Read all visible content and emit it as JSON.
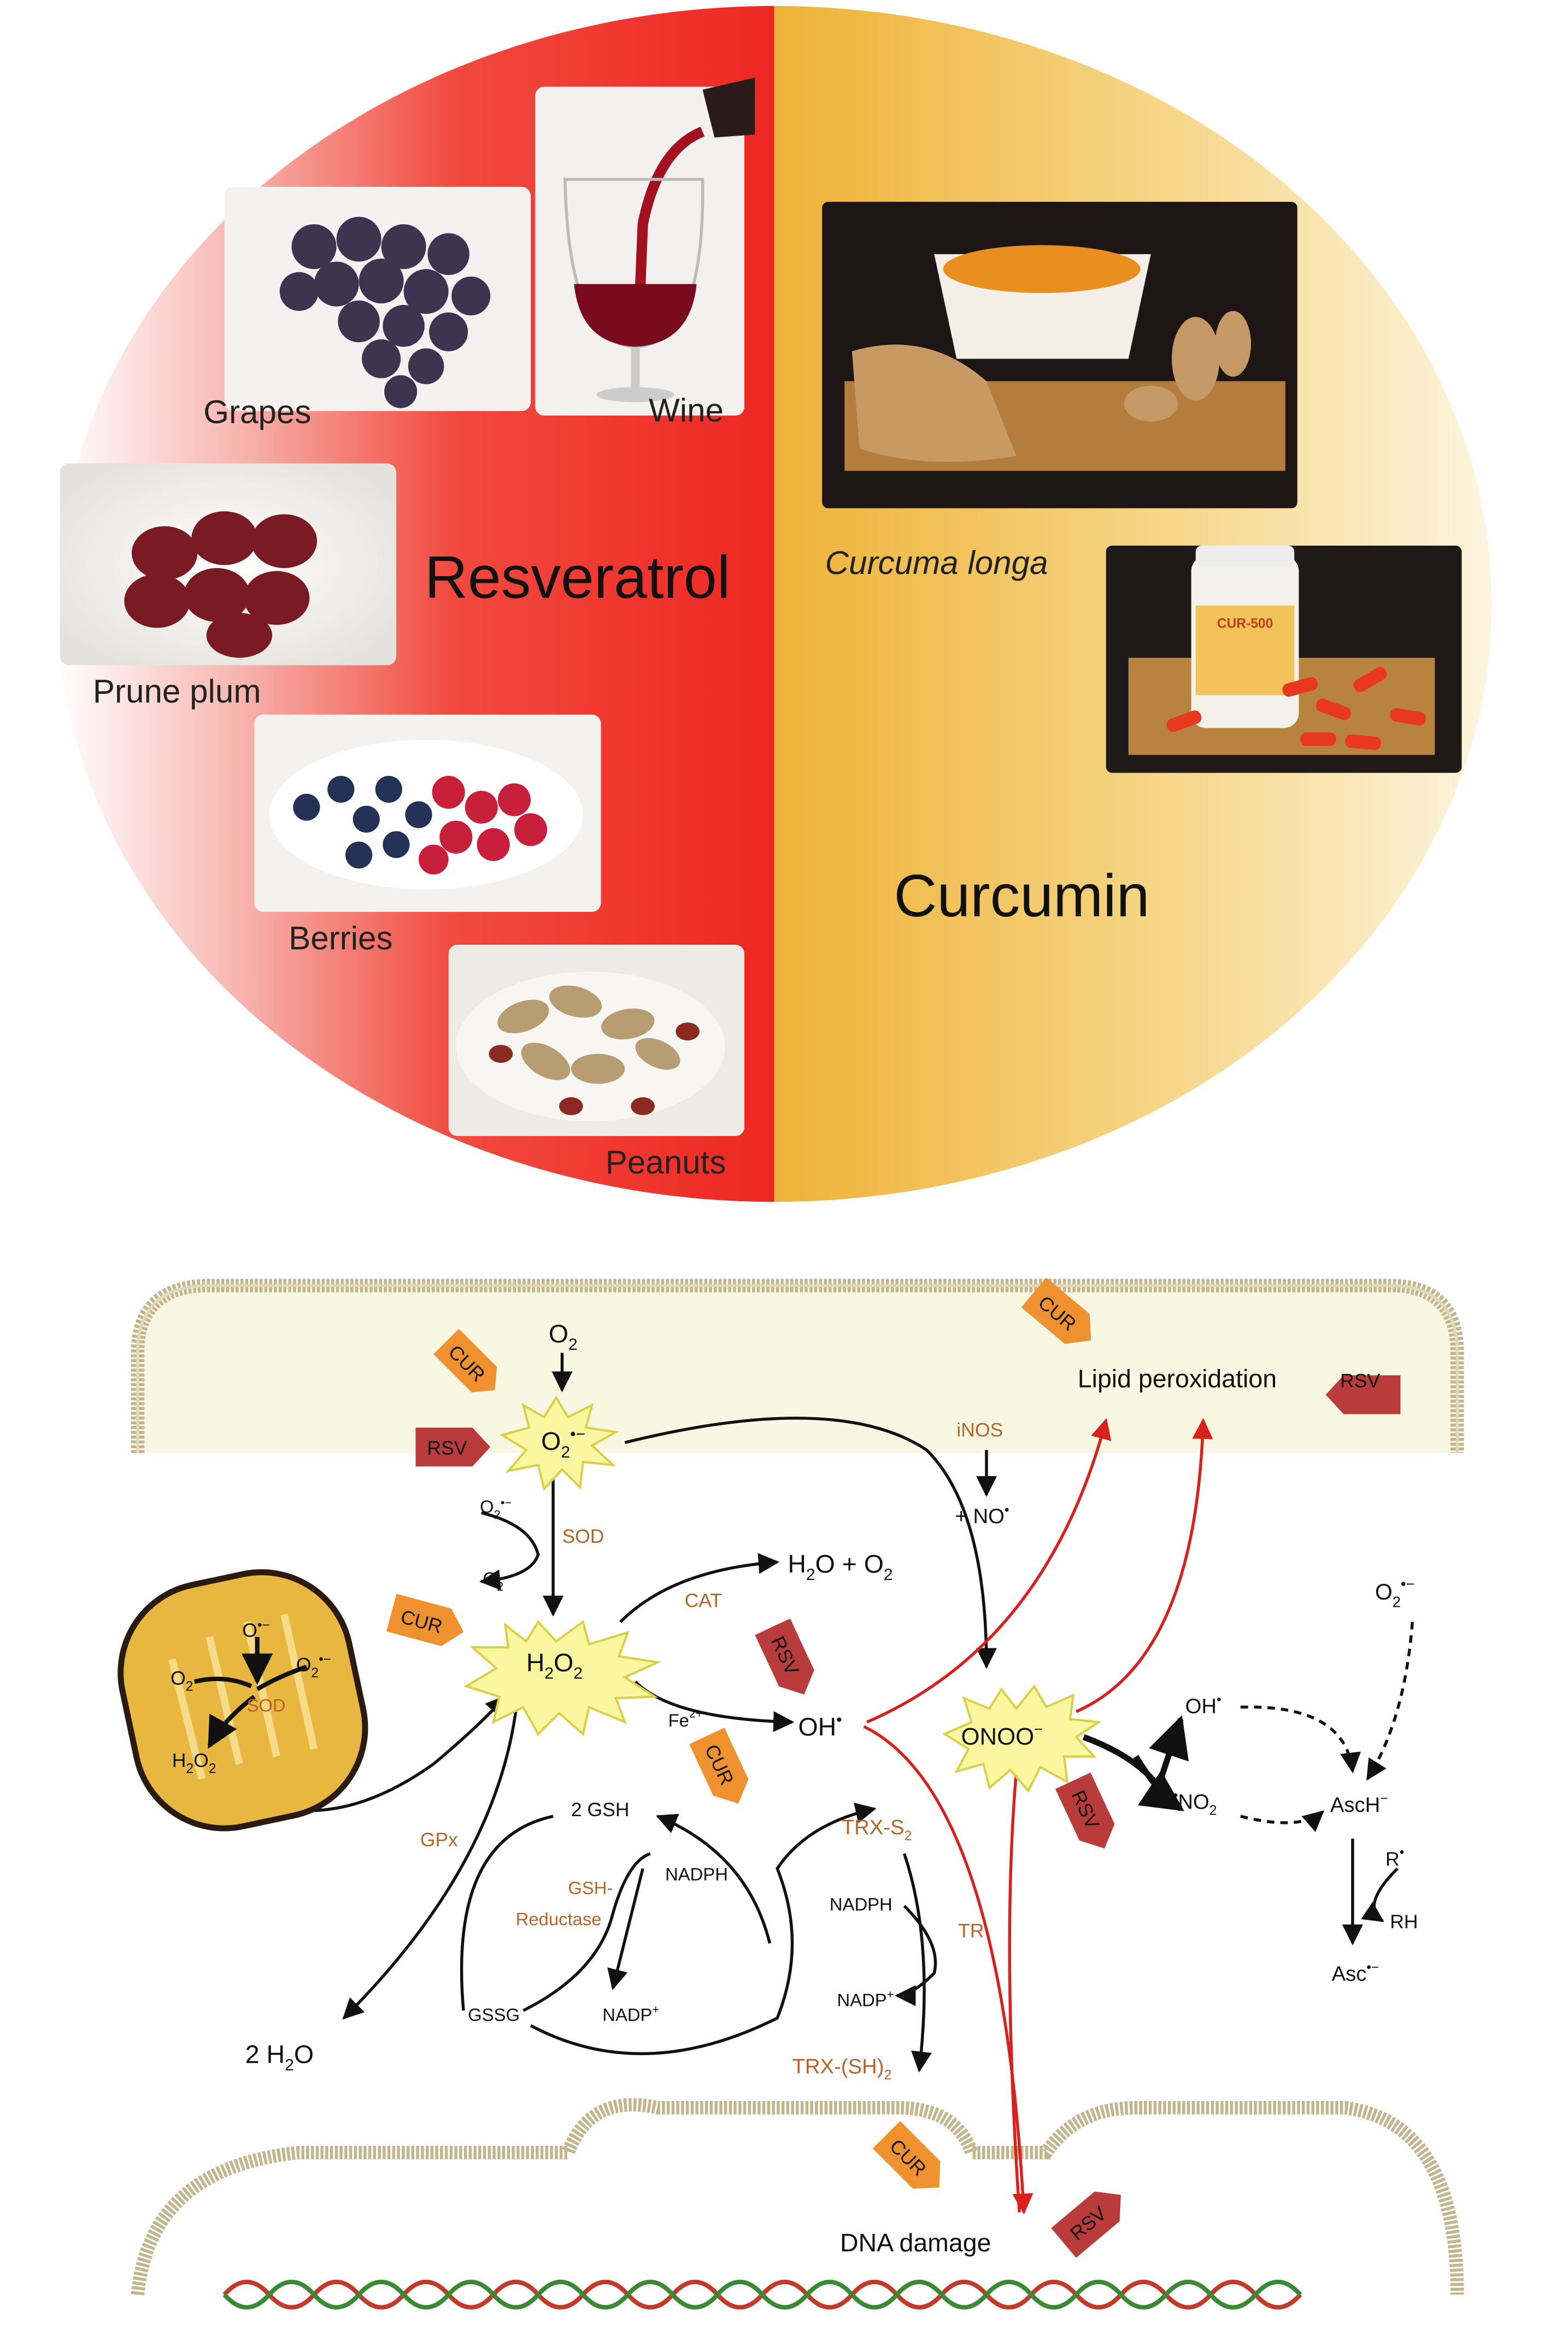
{
  "colors": {
    "resveratrol_red": "#ee2722",
    "curcumin_gold": "#eeb237",
    "cur_tag": "#f0912f",
    "rsv_tag": "#b93b3b",
    "enzyme_text": "#b5652a",
    "red_arrow": "#d8211c",
    "cell_fill": "#f8f7e2",
    "cell_border": "#c3b48b",
    "burst_fill": "#fbf7a0",
    "mito_fill": "#e8b73f"
  },
  "top_panel": {
    "resveratrol": {
      "title": "Resveratrol",
      "sources": [
        "Grapes",
        "Wine",
        "Prune plum",
        "Berries",
        "Peanuts"
      ]
    },
    "curcumin": {
      "title": "Curcumin",
      "source_label": "Curcuma longa",
      "bottle_label": "CUR-500"
    }
  },
  "bottom_panel": {
    "tags": {
      "cur": "CUR",
      "rsv": "RSV"
    },
    "species": {
      "o2": "O",
      "o2_sub": "2",
      "superoxide": "O",
      "superoxide_sub": "2",
      "superoxide_sup": "•−",
      "h2o2_a": "H",
      "h2o2_sub1": "2",
      "h2o2_b": "O",
      "h2o2_sub2": "2",
      "oh_radical": "OH",
      "oh_sup": "•",
      "peroxynitrite": "ONOO",
      "peroxynitrite_sup": "−",
      "no_radical": "+ NO",
      "no_sup": "•",
      "fe": "Fe",
      "fe_sup": "2+",
      "water_pair": "H",
      "water_pair_mid": "O + O",
      "two_water": "2 H",
      "two_water_tail": "O",
      "oh_product": "OH",
      "no2_pre": "•",
      "no2": "NO",
      "no2_sub": "2",
      "o2_ext": "O",
      "o2_ext_sup": "•−",
      "asc_h": "AscH",
      "asc_h_sup": "−",
      "asc_rad": "Asc",
      "asc_rad_sup": "•−",
      "r_rad": "R",
      "r_sup": "•",
      "rh": "RH",
      "small_o2": "O",
      "small_o2_sup": "•−"
    },
    "enzymes": {
      "sod": "SOD",
      "cat": "CAT",
      "inos": "iNOS",
      "gpx": "GPx",
      "gsh_reductase_1": "GSH-",
      "gsh_reductase_2": "Reductase",
      "tr": "TR"
    },
    "glutathione": {
      "gsh": "2 GSH",
      "gssg": "GSSG",
      "nadph": "NADPH",
      "nadp": "NADP",
      "nadp_sup": "+"
    },
    "thioredoxin": {
      "trx_s2": "TRX-S",
      "trx_s2_sub": "2",
      "trx_sh2": "TRX-(SH)",
      "trx_sh2_sub": "2",
      "nadph": "NADPH",
      "nadp": "NADP",
      "nadp_sup": "+"
    },
    "mitochondrion": {
      "o2_top": "O",
      "o2_left": "O",
      "o2_right": "O",
      "sod": "SOD",
      "h2o2": "H",
      "h2o2_tail": "O"
    },
    "outcomes": {
      "lipid_peroxidation": "Lipid peroxidation",
      "dna_damage": "DNA damage"
    }
  }
}
